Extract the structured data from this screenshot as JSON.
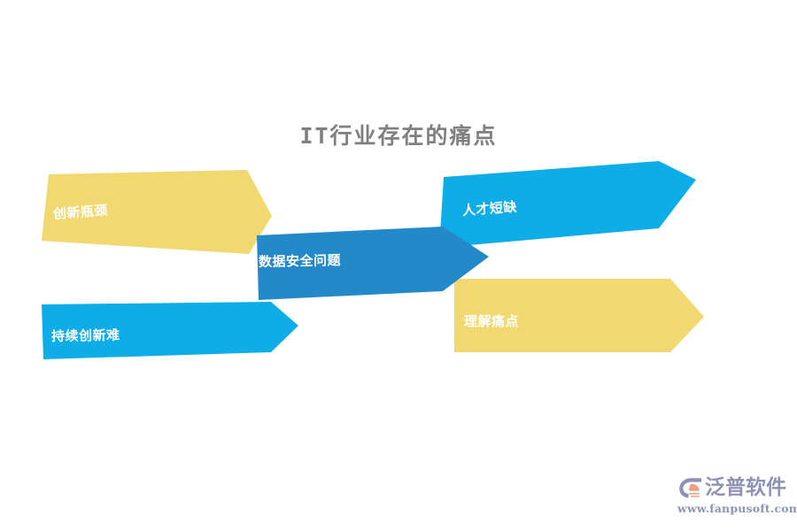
{
  "slide": {
    "background_color": "#ffffff",
    "title": "IT行业存在的痛点",
    "title_color": "#808080"
  },
  "palette": {
    "yellow": "#f2d870",
    "light_blue": "#0eade7",
    "medium_blue": "#2389c8",
    "label_text": "#ffffff",
    "title_gray": "#808080",
    "logo_purple": "#8e93b5",
    "logo_orange": "#e8a183"
  },
  "diagram": {
    "type": "chevron-arrow-cluster",
    "arrows": [
      {
        "id": "innovation-bottleneck",
        "label": "创新瓶颈",
        "color": "#f2d870",
        "direction": "right",
        "position": "top-left"
      },
      {
        "id": "talent-shortage",
        "label": "人才短缺",
        "color": "#0eade7",
        "direction": "right",
        "position": "top-right"
      },
      {
        "id": "data-security",
        "label": "数据安全问题",
        "color": "#2389c8",
        "direction": "right",
        "position": "center"
      },
      {
        "id": "continuous-innovation",
        "label": "持续创新难",
        "color": "#0eade7",
        "direction": "right",
        "position": "bottom-left"
      },
      {
        "id": "understand-painpoint",
        "label": "理解痛点",
        "color": "#f2d870",
        "direction": "right",
        "position": "bottom-right"
      }
    ]
  },
  "logo": {
    "wordmark": "泛普软件",
    "url": "www.fanpusoft.com"
  }
}
